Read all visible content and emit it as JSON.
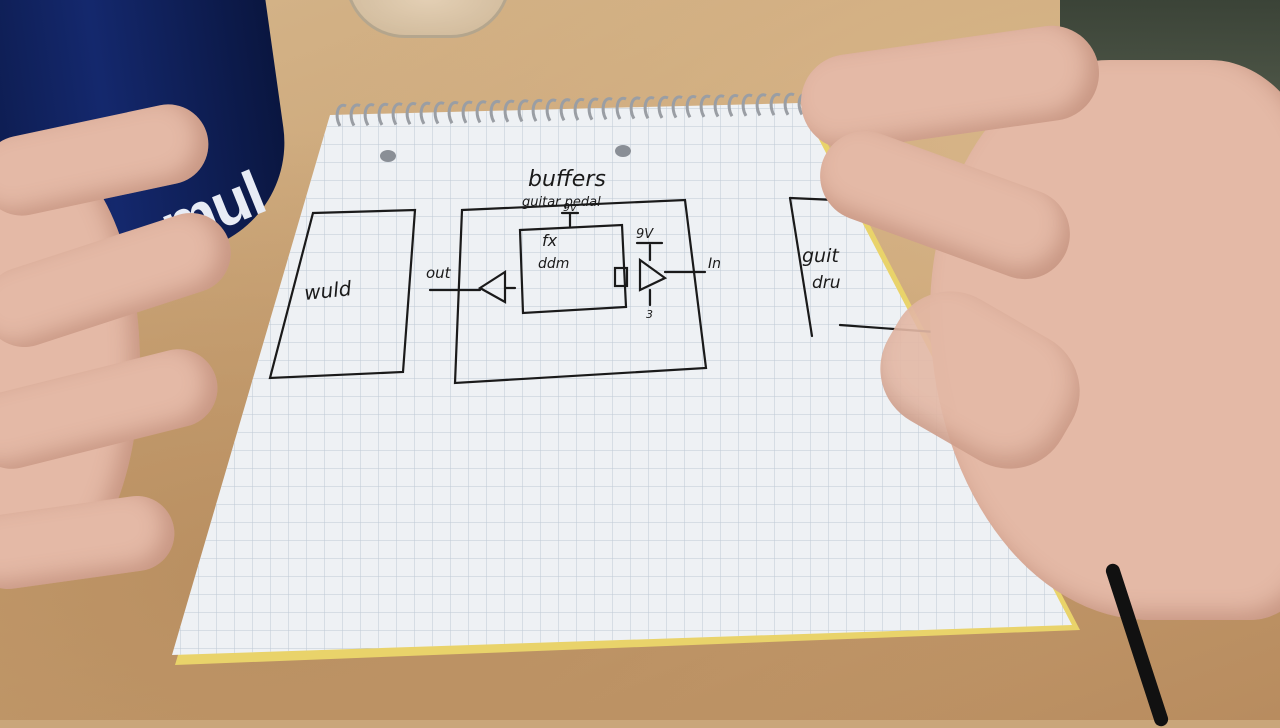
{
  "scene": {
    "mug": {
      "brand_text": "mul",
      "color": "#14286d"
    },
    "notebook": {
      "heading": "buffers",
      "diagram": {
        "left_box_label": "wuld",
        "pedal_label": "guitar pedal",
        "output_label": "out",
        "fx_label": "fx",
        "fx_sublabel": "ddm",
        "voltage_top": "9v",
        "voltage_right": "9V",
        "input_label": "In",
        "ground_label": "3",
        "right_box_label_1": "guit",
        "right_box_label_2": "dru"
      }
    }
  }
}
